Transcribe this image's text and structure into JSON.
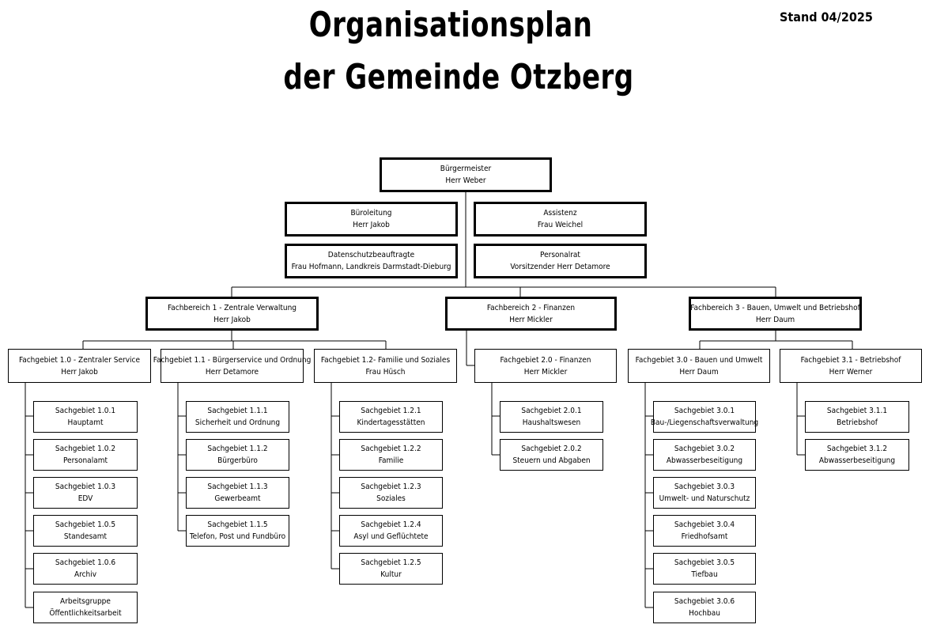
{
  "header": {
    "title_line1": "Organisationsplan",
    "title_line2": "der Gemeinde Otzberg",
    "stand": "Stand 04/2025"
  },
  "top": {
    "buergermeister": {
      "title": "Bürgermeister",
      "person": "Herr Weber"
    },
    "bueroleitung": {
      "title": "Büroleitung",
      "person": "Herr Jakob"
    },
    "assistenz": {
      "title": "Assistenz",
      "person": "Frau Weichel"
    },
    "datenschutz": {
      "title": "Datenschutzbeauftragte",
      "person": "Frau Hofmann, Landkreis Darmstadt-Dieburg"
    },
    "personalrat": {
      "title": "Personalrat",
      "person": "Vorsitzender Herr Detamore"
    }
  },
  "fachbereiche": [
    {
      "title": "Fachbereich 1 - Zentrale Verwaltung",
      "person": "Herr Jakob"
    },
    {
      "title": "Fachbereich 2 - Finanzen",
      "person": "Herr Mickler"
    },
    {
      "title": "Fachbereich 3 - Bauen, Umwelt und Betriebshof",
      "person": "Herr Daum"
    }
  ],
  "fachgebiete": [
    {
      "title": "Fachgebiet 1.0 -  Zentraler Service",
      "person": "Herr Jakob",
      "sachgebiete": [
        {
          "title": "Sachgebiet 1.0.1",
          "name": "Hauptamt"
        },
        {
          "title": "Sachgebiet 1.0.2",
          "name": "Personalamt"
        },
        {
          "title": "Sachgebiet 1.0.3",
          "name": "EDV"
        },
        {
          "title": "Sachgebiet 1.0.5",
          "name": "Standesamt"
        },
        {
          "title": "Sachgebiet 1.0.6",
          "name": "Archiv"
        },
        {
          "title": "Arbeitsgruppe",
          "name": "Öffentlichkeitsarbeit"
        }
      ]
    },
    {
      "title": "Fachgebiet 1.1 - Bürgerservice und Ordnung",
      "person": "Herr Detamore",
      "sachgebiete": [
        {
          "title": "Sachgebiet 1.1.1",
          "name": "Sicherheit und Ordnung"
        },
        {
          "title": "Sachgebiet 1.1.2",
          "name": "Bürgerbüro"
        },
        {
          "title": "Sachgebiet 1.1.3",
          "name": "Gewerbeamt"
        },
        {
          "title": "Sachgebiet 1.1.5",
          "name": "Telefon, Post und Fundbüro"
        }
      ]
    },
    {
      "title": "Fachgebiet 1.2- Familie und Soziales",
      "person": "Frau Hüsch",
      "sachgebiete": [
        {
          "title": "Sachgebiet 1.2.1",
          "name": "Kindertagesstätten"
        },
        {
          "title": "Sachgebiet 1.2.2",
          "name": "Familie"
        },
        {
          "title": "Sachgebiet 1.2.3",
          "name": "Soziales"
        },
        {
          "title": "Sachgebiet 1.2.4",
          "name": "Asyl und Geflüchtete"
        },
        {
          "title": "Sachgebiet 1.2.5",
          "name": "Kultur"
        }
      ]
    },
    {
      "title": "Fachgebiet 2.0 - Finanzen",
      "person": "Herr Mickler",
      "sachgebiete": [
        {
          "title": "Sachgebiet 2.0.1",
          "name": "Haushaltswesen"
        },
        {
          "title": "Sachgebiet 2.0.2",
          "name": "Steuern und Abgaben"
        }
      ]
    },
    {
      "title": "Fachgebiet 3.0 - Bauen und Umwelt",
      "person": "Herr Daum",
      "sachgebiete": [
        {
          "title": "Sachgebiet 3.0.1",
          "name": "Bau-/Liegenschaftsverwaltung"
        },
        {
          "title": "Sachgebiet 3.0.2",
          "name": "Abwasserbeseitigung"
        },
        {
          "title": "Sachgebiet 3.0.3",
          "name": "Umwelt- und Naturschutz"
        },
        {
          "title": "Sachgebiet 3.0.4",
          "name": "Friedhofsamt"
        },
        {
          "title": "Sachgebiet 3.0.5",
          "name": "Tiefbau"
        },
        {
          "title": "Sachgebiet 3.0.6",
          "name": "Hochbau"
        }
      ]
    },
    {
      "title": "Fachgebiet 3.1 - Betriebshof",
      "person": "Herr Werner",
      "sachgebiete": [
        {
          "title": "Sachgebiet 3.1.1",
          "name": "Betriebshof"
        },
        {
          "title": "Sachgebiet 3.1.2",
          "name": "Abwasserbeseitigung"
        }
      ]
    }
  ]
}
